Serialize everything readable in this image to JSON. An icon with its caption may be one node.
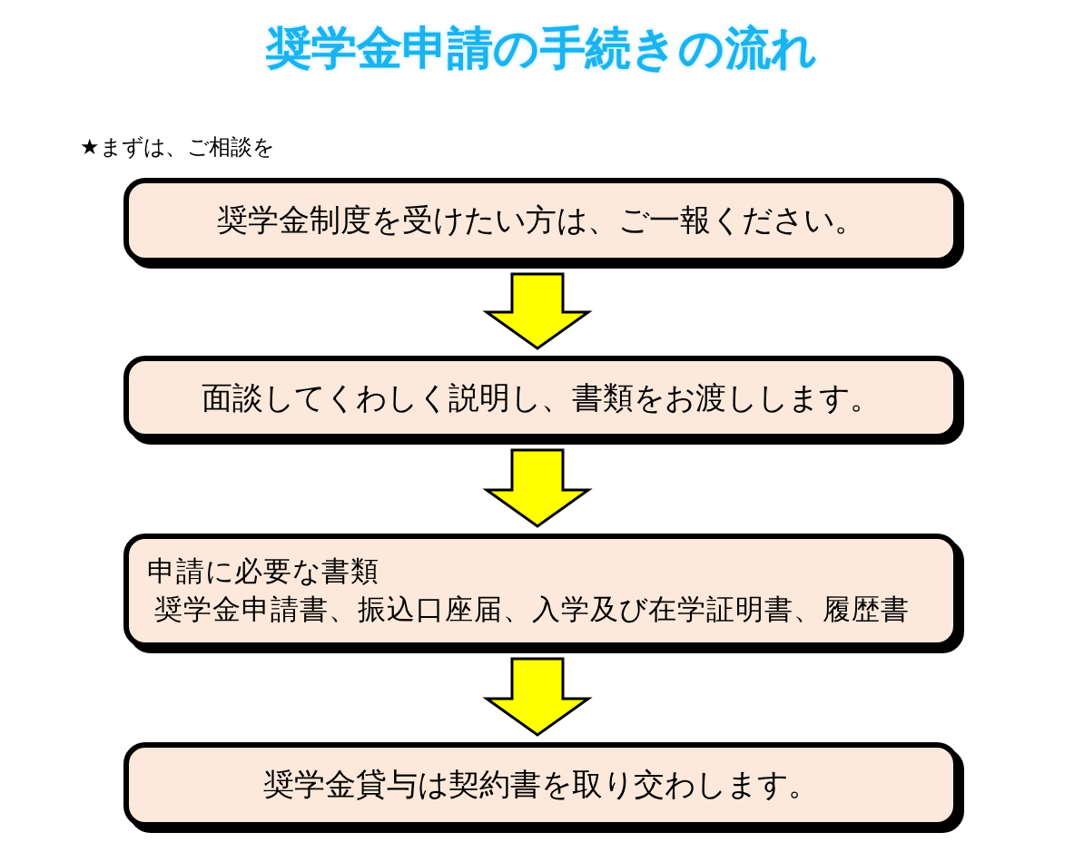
{
  "diagram": {
    "title": "奨学金申請の手続きの流れ",
    "nodes": [
      {
        "text": [
          "奨学金制度を受けたい方は、ご一報ください。"
        ]
      },
      {
        "text": [
          "面談してくわしく説明し、書類をお渡しします。"
        ]
      },
      {
        "text": [
          "申請に必要な書類",
          "奨学金申請書、振込口座届、入学及び在学証明書、履歴書"
        ]
      },
      {
        "text": [
          "奨学金貸与は契約書を取り交わします。"
        ]
      }
    ],
    "edges": [
      {
        "from": 0,
        "to": 1,
        "arrow": "to"
      },
      {
        "from": 1,
        "to": 2,
        "arrow": "to"
      },
      {
        "from": 2,
        "to": 3,
        "arrow": "to"
      }
    ],
    "labels": [
      "★まずは、ご相談を"
    ]
  }
}
